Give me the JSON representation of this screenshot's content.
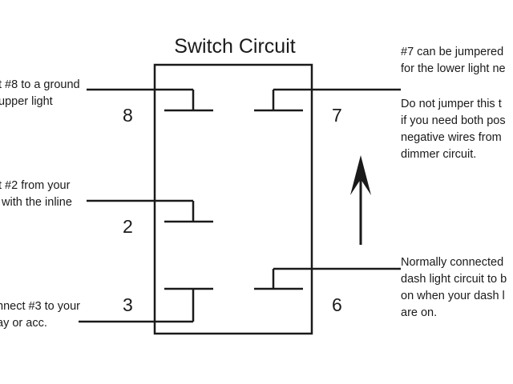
{
  "title": "Switch Circuit",
  "pins": {
    "p8": "8",
    "p7": "7",
    "p2": "2",
    "p3": "3",
    "p6": "6"
  },
  "notes": {
    "left_top": "t #8 to a ground\nupper light",
    "left_mid": "t #2 from your\n with the inline",
    "left_bottom": "nnect #3 to your\nay or acc.",
    "right_top": "#7 can be jumpered\nfor the lower light ne",
    "right_top2": "Do not jumper this t\nif you need both pos\nnegative wires from\ndimmer circuit.",
    "right_bottom": "Normally connected\ndash light circuit to b\non when your dash l\nare on."
  },
  "colors": {
    "line": "#1a1a1a",
    "background": "#ffffff"
  },
  "arrow_direction": "up"
}
